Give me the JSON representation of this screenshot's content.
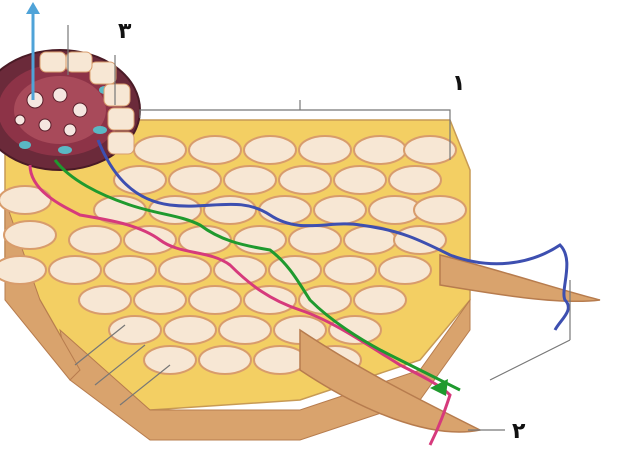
{
  "figure": {
    "labels": {
      "one": "۱",
      "two": "۲",
      "three": "۳"
    },
    "pathways": {
      "blue": {
        "color": "#3d4fb0"
      },
      "pink": {
        "color": "#d63a7c"
      },
      "green": {
        "color": "#1f9a2e"
      }
    },
    "colors": {
      "cell_fill": "#f7e7d4",
      "cell_wall": "#d89c6c",
      "interspace": "#f3cf63",
      "vascular": "#7a2637",
      "arrow": "#4fa3d8"
    }
  }
}
